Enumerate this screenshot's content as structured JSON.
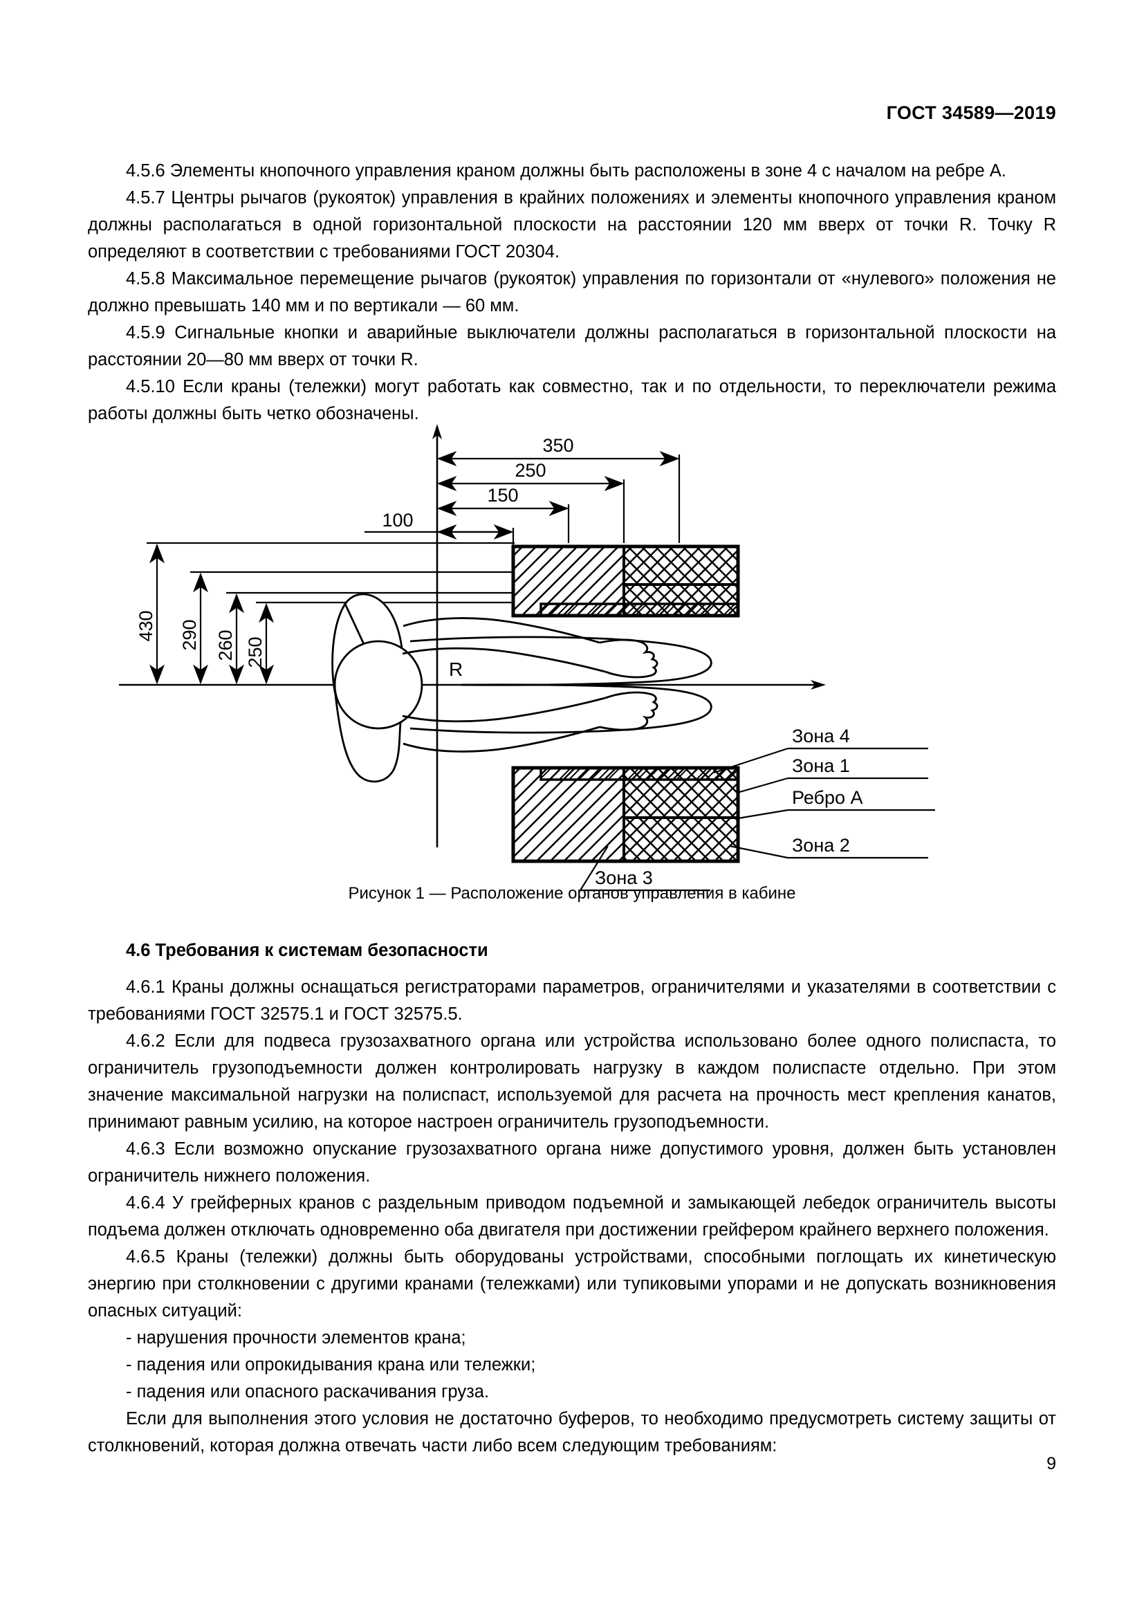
{
  "header": {
    "standard_title": "ГОСТ 34589—2019"
  },
  "page_number": "9",
  "paragraphs": [
    {
      "id": "p-4-5-6",
      "text": "4.5.6  Элементы кнопочного управления краном должны быть расположены в зоне 4 с началом на ребре А."
    },
    {
      "id": "p-4-5-7",
      "text": "4.5.7  Центры рычагов (рукояток) управления в крайних положениях и элементы кнопочного управления краном должны располагаться в одной горизонтальной плоскости на расстоянии 120 мм вверх от точки R. Точку R определяют в соответствии с требованиями ГОСТ 20304."
    },
    {
      "id": "p-4-5-8",
      "text": "4.5.8  Максимальное перемещение рычагов (рукояток) управления по горизонтали от «нулевого» положения не должно превышать 140 мм и по вертикали — 60 мм."
    },
    {
      "id": "p-4-5-9",
      "text": "4.5.9  Сигнальные кнопки и аварийные выключатели должны располагаться в горизонтальной плоскости на расстоянии 20—80 мм вверх от точки R."
    },
    {
      "id": "p-4-5-10",
      "text": "4.5.10  Если краны (тележки) могут работать как совместно, так и по отдельности, то переключатели режима работы должны быть четко обозначены."
    }
  ],
  "figure": {
    "caption": "Рисунок 1 — Расположение органов управления в кабине",
    "point_label": "R",
    "horizontal_dimensions": [
      "350",
      "250",
      "150",
      "100"
    ],
    "vertical_dimensions": [
      "430",
      "290",
      "260",
      "250"
    ],
    "zone_labels": {
      "zone4": "Зона 4",
      "zone1": "Зона 1",
      "edge_a": "Ребро А",
      "zone2": "Зона 2",
      "zone3": "Зона 3"
    }
  },
  "section_4_6": {
    "heading": "4.6  Требования к системам безопасности",
    "paragraphs": [
      {
        "id": "p-4-6-1",
        "text": "4.6.1  Краны должны оснащаться регистраторами параметров, ограничителями и указателями в соответствии с требованиями ГОСТ 32575.1 и ГОСТ 32575.5."
      },
      {
        "id": "p-4-6-2",
        "text": "4.6.2  Если для подвеса грузозахватного органа или устройства использовано более одного полиспаста, то ограничитель грузоподъемности должен контролировать нагрузку в каждом полиспасте отдельно. При этом значение максимальной нагрузки на полиспаст, используемой для расчета на прочность мест крепления канатов, принимают равным усилию, на которое настроен ограничитель грузоподъемности."
      },
      {
        "id": "p-4-6-3",
        "text": "4.6.3  Если возможно опускание грузозахватного органа ниже допустимого уровня, должен быть установлен ограничитель нижнего положения."
      },
      {
        "id": "p-4-6-4",
        "text": "4.6.4  У грейферных кранов с раздельным приводом подъемной и замыкающей лебедок ограничитель высоты подъема должен отключать одновременно оба двигателя при достижении грейфером крайнего верхнего положения."
      },
      {
        "id": "p-4-6-5",
        "text": "4.6.5  Краны (тележки) должны быть оборудованы устройствами, способными поглощать их кинетическую энергию при столкновении с другими кранами (тележками) или тупиковыми упорами и не допускать возникновения опасных ситуаций:"
      }
    ],
    "dash_items": [
      "- нарушения прочности элементов крана;",
      "- падения или опрокидывания крана или тележки;",
      "- падения или опасного раскачивания груза."
    ],
    "closing_paragraph": "Если для выполнения этого условия не достаточно буферов, то необходимо предусмотреть систему защиты от столкновений, которая должна отвечать части либо всем следующим требованиям:"
  }
}
